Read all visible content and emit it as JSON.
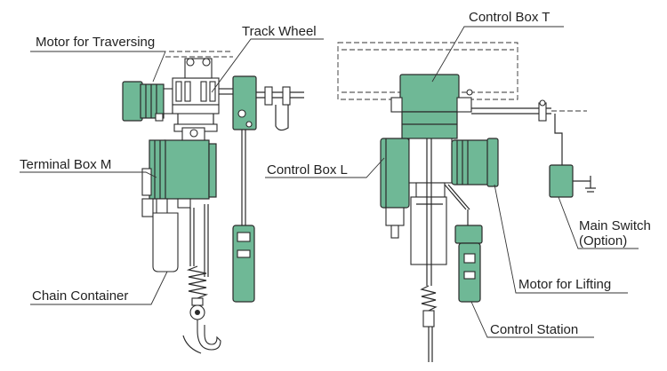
{
  "labels": {
    "motor_traversing": "Motor for Traversing",
    "track_wheel": "Track Wheel",
    "terminal_box_m": "Terminal Box M",
    "chain_container": "Chain Container",
    "control_box_t": "Control Box T",
    "control_box_l": "Control Box L",
    "main_switch_line1": "Main Switch",
    "main_switch_line2": "(Option)",
    "motor_lifting": "Motor for Lifting",
    "control_station": "Control Station"
  },
  "colors": {
    "equipment_fill": "#6fb896",
    "outline": "#2a2a2a",
    "background": "#ffffff"
  }
}
